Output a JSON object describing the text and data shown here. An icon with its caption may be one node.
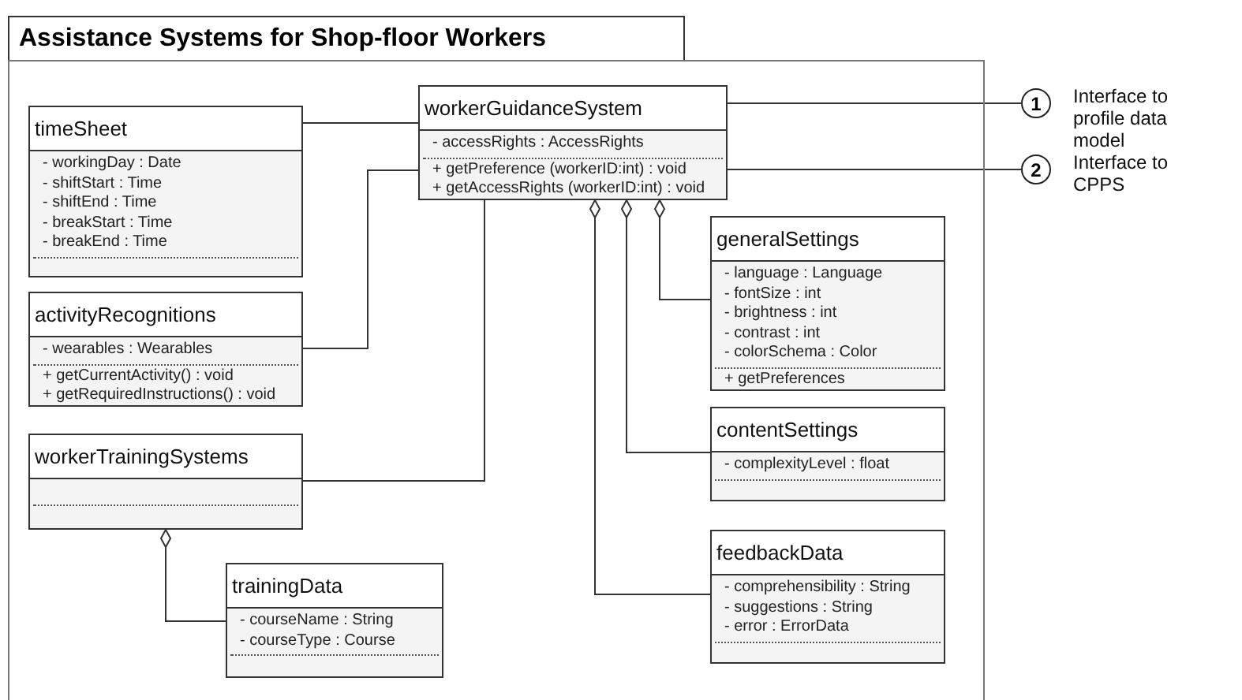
{
  "diagram": {
    "nodes": [
      {
        "text": [
          "Assistance Systems for Shop-floor Workers"
        ]
      },
      {
        "text": [
          "workerGuidanceSystem",
          "- accessRights : AccessRights",
          "+ getPreference (workerID:int) : void",
          "+ getAccessRights (workerID:int) : void"
        ],
        "in": 0
      },
      {
        "text": [
          "timeSheet",
          "- workingDay : Date",
          "- shiftStart : Time",
          "- shiftEnd : Time",
          "- breakStart : Time",
          "- breakEnd : Time"
        ],
        "in": 0
      },
      {
        "text": [
          "activityRecognitions",
          "- wearables : Wearables",
          "+ getCurrentActivity() : void",
          "+ getRequiredInstructions() : void"
        ],
        "in": 0
      },
      {
        "text": [
          "generalSettings",
          "- language : Language",
          "- fontSize : int",
          "- brightness : int",
          "- contrast : int",
          "- colorSchema : Color",
          "+ getPreferences"
        ],
        "in": 0
      },
      {
        "text": [
          "contentSettings",
          "- complexityLevel : float"
        ],
        "in": 0
      },
      {
        "text": [
          "workerTrainingSystems"
        ],
        "in": 0
      },
      {
        "text": [
          "feedbackData",
          "- comprehensibility : String",
          "- suggestions : String",
          "- error : ErrorData"
        ],
        "in": 0
      },
      {
        "text": [
          "trainingData",
          "- courseName : String",
          "- courseType : Course"
        ],
        "in": 0
      },
      {
        "text": [
          "1"
        ],
        "beside": [
          "Interface to profile data model"
        ]
      },
      {
        "text": [
          "2"
        ],
        "beside": [
          "Interface to CPPS"
        ]
      }
    ],
    "edges": [
      {
        "from": 2,
        "to": 1,
        "arrow": "none"
      },
      {
        "from": 3,
        "to": 1,
        "arrow": "none"
      },
      {
        "from": 6,
        "to": 1,
        "arrow": "none"
      },
      {
        "from": 1,
        "to": 4,
        "arrow": "other"
      },
      {
        "from": 1,
        "to": 5,
        "arrow": "other"
      },
      {
        "from": 1,
        "to": 7,
        "arrow": "other"
      },
      {
        "from": 6,
        "to": 8,
        "arrow": "other"
      },
      {
        "from": 1,
        "to": 9,
        "arrow": "none"
      },
      {
        "from": 1,
        "to": 10,
        "arrow": "none"
      }
    ]
  }
}
